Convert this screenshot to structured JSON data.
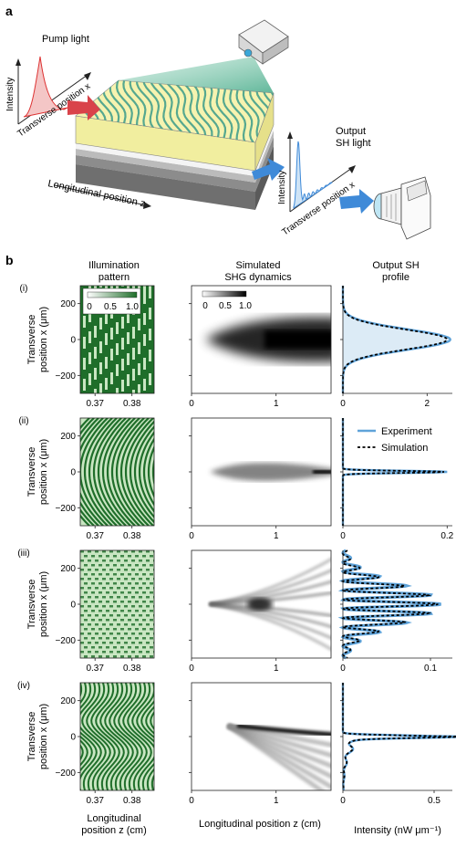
{
  "panel_a": {
    "label": "a",
    "pump_light": "Pump light",
    "intensity": "Intensity",
    "transverse_x": "Transverse position x",
    "output_sh_line1": "Output",
    "output_sh_line2": "SH light",
    "longitudinal_z": "Longitudinal position z"
  },
  "panel_b": {
    "label": "b",
    "col_headers": [
      {
        "line1": "Illumination",
        "line2": "pattern"
      },
      {
        "line1": "Simulated",
        "line2": "SHG dynamics"
      },
      {
        "line1": "Output SH",
        "line2": "profile"
      }
    ],
    "row_labels": [
      "(i)",
      "(ii)",
      "(iii)",
      "(iv)"
    ],
    "ylabel_line1": "Transverse",
    "ylabel_line2": "position x (μm)",
    "illum_xlabel_line1": "Longitudinal",
    "illum_xlabel_line2": "position z (cm)",
    "sim_xlabel": "Longitudinal position z (cm)",
    "profile_xlabel": "Intensity (nW μm⁻¹)",
    "legend": {
      "experiment": "Experiment",
      "simulation": "Simulation"
    },
    "colorbar_ticks": [
      "0",
      "0.5",
      "1.0"
    ],
    "colors": {
      "green": "#1f6e2a",
      "light_green": "#c9e6c2",
      "experiment": "#5fa3d9",
      "fill": "#dcebf6"
    }
  },
  "chart_data": [
    {
      "type": "heatmap",
      "name": "illumination",
      "x_ticks": [
        "0.37",
        "0.38"
      ],
      "xlim": [
        0.366,
        0.386
      ],
      "y_ticks": [
        "200",
        "0",
        "−200"
      ],
      "ylim": [
        -300,
        300
      ]
    },
    {
      "type": "heatmap",
      "name": "simulated",
      "x_ticks": [
        "0",
        "1"
      ],
      "xlim": [
        0,
        1.65
      ],
      "y_ticks": [
        "200",
        "0",
        "−200"
      ],
      "ylim": [
        -300,
        300
      ]
    },
    {
      "type": "line",
      "name": "profile (i)",
      "x_ticks": [
        "0",
        "2"
      ],
      "xlim": [
        0,
        2.6
      ],
      "y_ticks": [
        "200",
        "0",
        "−200"
      ],
      "ylim": [
        -300,
        300
      ]
    },
    {
      "type": "line",
      "name": "profile (ii)",
      "x_ticks": [
        "0",
        "0.2"
      ],
      "xlim": [
        0,
        0.21
      ],
      "y_ticks": [
        "200",
        "0",
        "−200"
      ],
      "ylim": [
        -300,
        300
      ]
    },
    {
      "type": "line",
      "name": "profile (iii)",
      "x_ticks": [
        "0",
        "0.1"
      ],
      "xlim": [
        0,
        0.125
      ],
      "y_ticks": [
        "200",
        "0",
        "−200"
      ],
      "ylim": [
        -300,
        300
      ]
    },
    {
      "type": "line",
      "name": "profile (iv)",
      "x_ticks": [
        "0",
        "0.5"
      ],
      "xlim": [
        0,
        0.6
      ],
      "y_ticks": [
        "200",
        "0",
        "−200"
      ],
      "ylim": [
        -300,
        300
      ]
    }
  ]
}
